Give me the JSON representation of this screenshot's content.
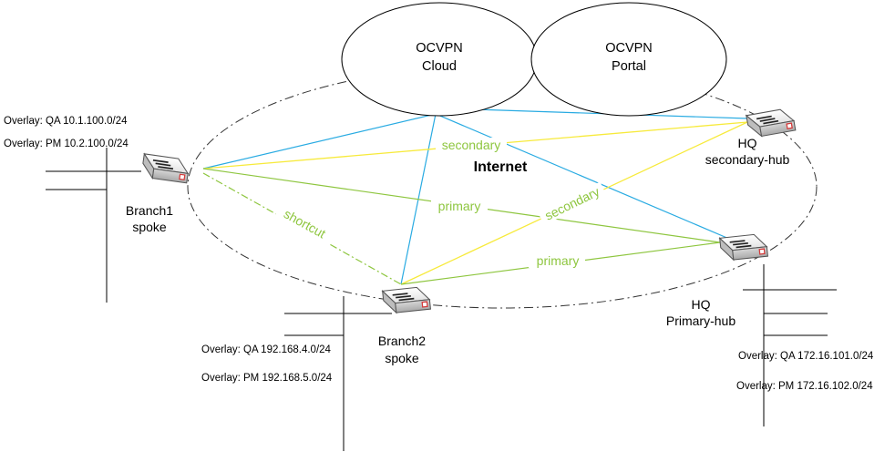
{
  "clouds": {
    "cloud": {
      "line1": "OCVPN",
      "line2": "Cloud"
    },
    "portal": {
      "line1": "OCVPN",
      "line2": "Portal"
    }
  },
  "internet_label": "Internet",
  "nodes": {
    "branch1": {
      "line1": "Branch1",
      "line2": "spoke"
    },
    "branch2": {
      "line1": "Branch2",
      "line2": "spoke"
    },
    "hq_secondary": {
      "line1": "HQ",
      "line2": "secondary-hub"
    },
    "hq_primary": {
      "line1": "HQ",
      "line2": "Primary-hub"
    }
  },
  "overlays": {
    "branch1_qa": "Overlay: QA 10.1.100.0/24",
    "branch1_pm": "Overlay: PM 10.2.100.0/24",
    "branch2_qa": "Overlay: QA 192.168.4.0/24",
    "branch2_pm": "Overlay: PM 192.168.5.0/24",
    "hq_qa": "Overlay: QA 172.16.101.0/24",
    "hq_pm": "Overlay: PM 172.16.102.0/24"
  },
  "link_labels": {
    "secondary_top": "secondary",
    "secondary_diag": "secondary",
    "primary_top": "primary",
    "primary_bottom": "primary",
    "shortcut": "shortcut"
  },
  "colors": {
    "internet_link": "#29abe2",
    "secondary_link": "#f7ea3b",
    "primary_link": "#8ec63f",
    "device_accent": "#d43b3b"
  },
  "device_icon": "fortigate-appliance-icon"
}
